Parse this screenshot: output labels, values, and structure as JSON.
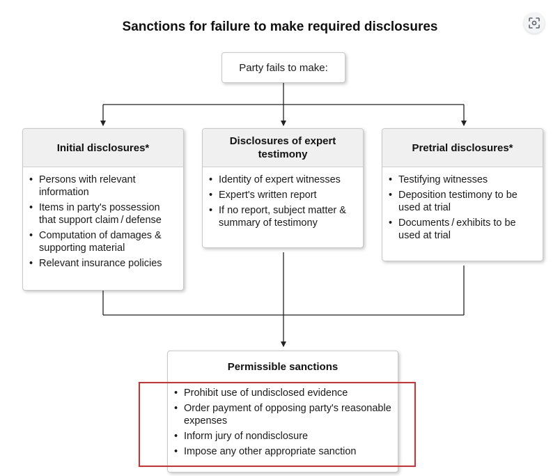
{
  "title": "Sanctions for failure to make required disclosures",
  "start_node": {
    "label": "Party fails to make:"
  },
  "categories": [
    {
      "heading": "Initial disclosures*",
      "items": [
        "Persons with relevant information",
        "Items in party's possession that support claim / defense",
        "Computation of damages & supporting material",
        "Relevant insurance policies"
      ]
    },
    {
      "heading": "Disclosures of expert testimony",
      "items": [
        "Identity of expert witnesses",
        "Expert's written report",
        "If no report, subject matter & summary of testimony"
      ]
    },
    {
      "heading": "Pretrial disclosures*",
      "items": [
        "Testifying witnesses",
        "Deposition testimony to be used at trial",
        "Documents / exhibits to be used at trial"
      ]
    }
  ],
  "outcome": {
    "heading": "Permissible sanctions",
    "items": [
      "Prohibit use of undisclosed evidence",
      "Order payment of opposing party's reasonable expenses",
      "Inform jury of nondisclosure",
      "Impose any other appropriate sanction"
    ]
  },
  "colors": {
    "highlight_border": "#d32f2f",
    "header_fill": "#f0f0f0",
    "connector": "#222222"
  },
  "icons": {
    "lens": "visual-search-icon"
  }
}
